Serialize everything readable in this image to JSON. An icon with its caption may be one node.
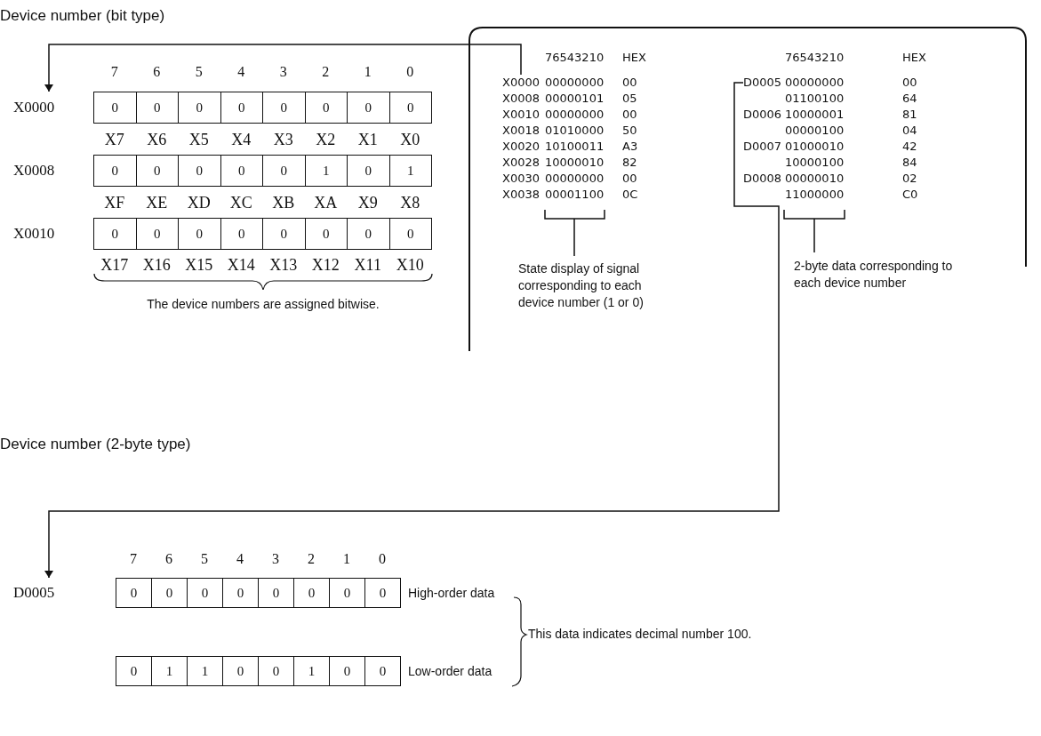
{
  "diagram": {
    "nodes": [
      {
        "text": [],
        "shape": "box"
      },
      {
        "text": [
          "X0000"
        ],
        "in": 0
      },
      {
        "text": [
          "D0005"
        ],
        "in": 0
      },
      {
        "text": [
          "0",
          "0",
          "0",
          "0",
          "0",
          "0",
          "0",
          "0"
        ],
        "beside": [
          "X0000"
        ]
      },
      {
        "text": [
          "0",
          "0",
          "0",
          "0",
          "0",
          "1",
          "0",
          "1"
        ],
        "beside": [
          "X0008"
        ]
      },
      {
        "text": [
          "0",
          "0",
          "0",
          "0",
          "0",
          "0",
          "0",
          "0"
        ],
        "beside": [
          "X0010"
        ]
      },
      {
        "text": [
          "0",
          "0",
          "0",
          "0",
          "0",
          "0",
          "0",
          "0"
        ],
        "beside": [
          "D0005",
          "High-order data"
        ]
      },
      {
        "text": [
          "0",
          "1",
          "1",
          "0",
          "0",
          "1",
          "0",
          "0"
        ],
        "beside": [
          "Low-order data"
        ]
      }
    ],
    "edges": [
      {
        "from": 1,
        "to": 3,
        "arrow": "to"
      },
      {
        "from": 2,
        "to": 6,
        "arrow": "to"
      }
    ],
    "labels": [
      "Device number (bit type)",
      "7",
      "6",
      "5",
      "4",
      "3",
      "2",
      "1",
      "0",
      "X7",
      "X6",
      "X5",
      "X4",
      "X3",
      "X2",
      "X1",
      "X0",
      "XF",
      "XE",
      "XD",
      "XC",
      "XB",
      "XA",
      "X9",
      "X8",
      "X17",
      "X16",
      "X15",
      "X14",
      "X13",
      "X12",
      "X11",
      "X10",
      "The device numbers are assigned bitwise.",
      "76543210",
      "HEX",
      "76543210",
      "HEX",
      "00000000",
      "00",
      "00000000",
      "00",
      "X0008",
      "00000101",
      "05",
      "01100100",
      "64",
      "X0010",
      "00000000",
      "00",
      "D0006",
      "10000001",
      "81",
      "X0018",
      "01010000",
      "50",
      "00000100",
      "04",
      "X0020",
      "10100011",
      "A3",
      "D0007",
      "01000010",
      "42",
      "X0028",
      "10000010",
      "82",
      "10000100",
      "84",
      "X0030",
      "00000000",
      "00",
      "D0008",
      "00000010",
      "02",
      "X0038",
      "00001100",
      "0C",
      "11000000",
      "C0",
      "State display of signal corresponding to each device number (1 or 0)",
      "2-byte data corresponding to each device number",
      "Device number (2-byte type)",
      "7",
      "6",
      "5",
      "4",
      "3",
      "2",
      "1",
      "0",
      "This data indicates decimal number 100."
    ]
  }
}
